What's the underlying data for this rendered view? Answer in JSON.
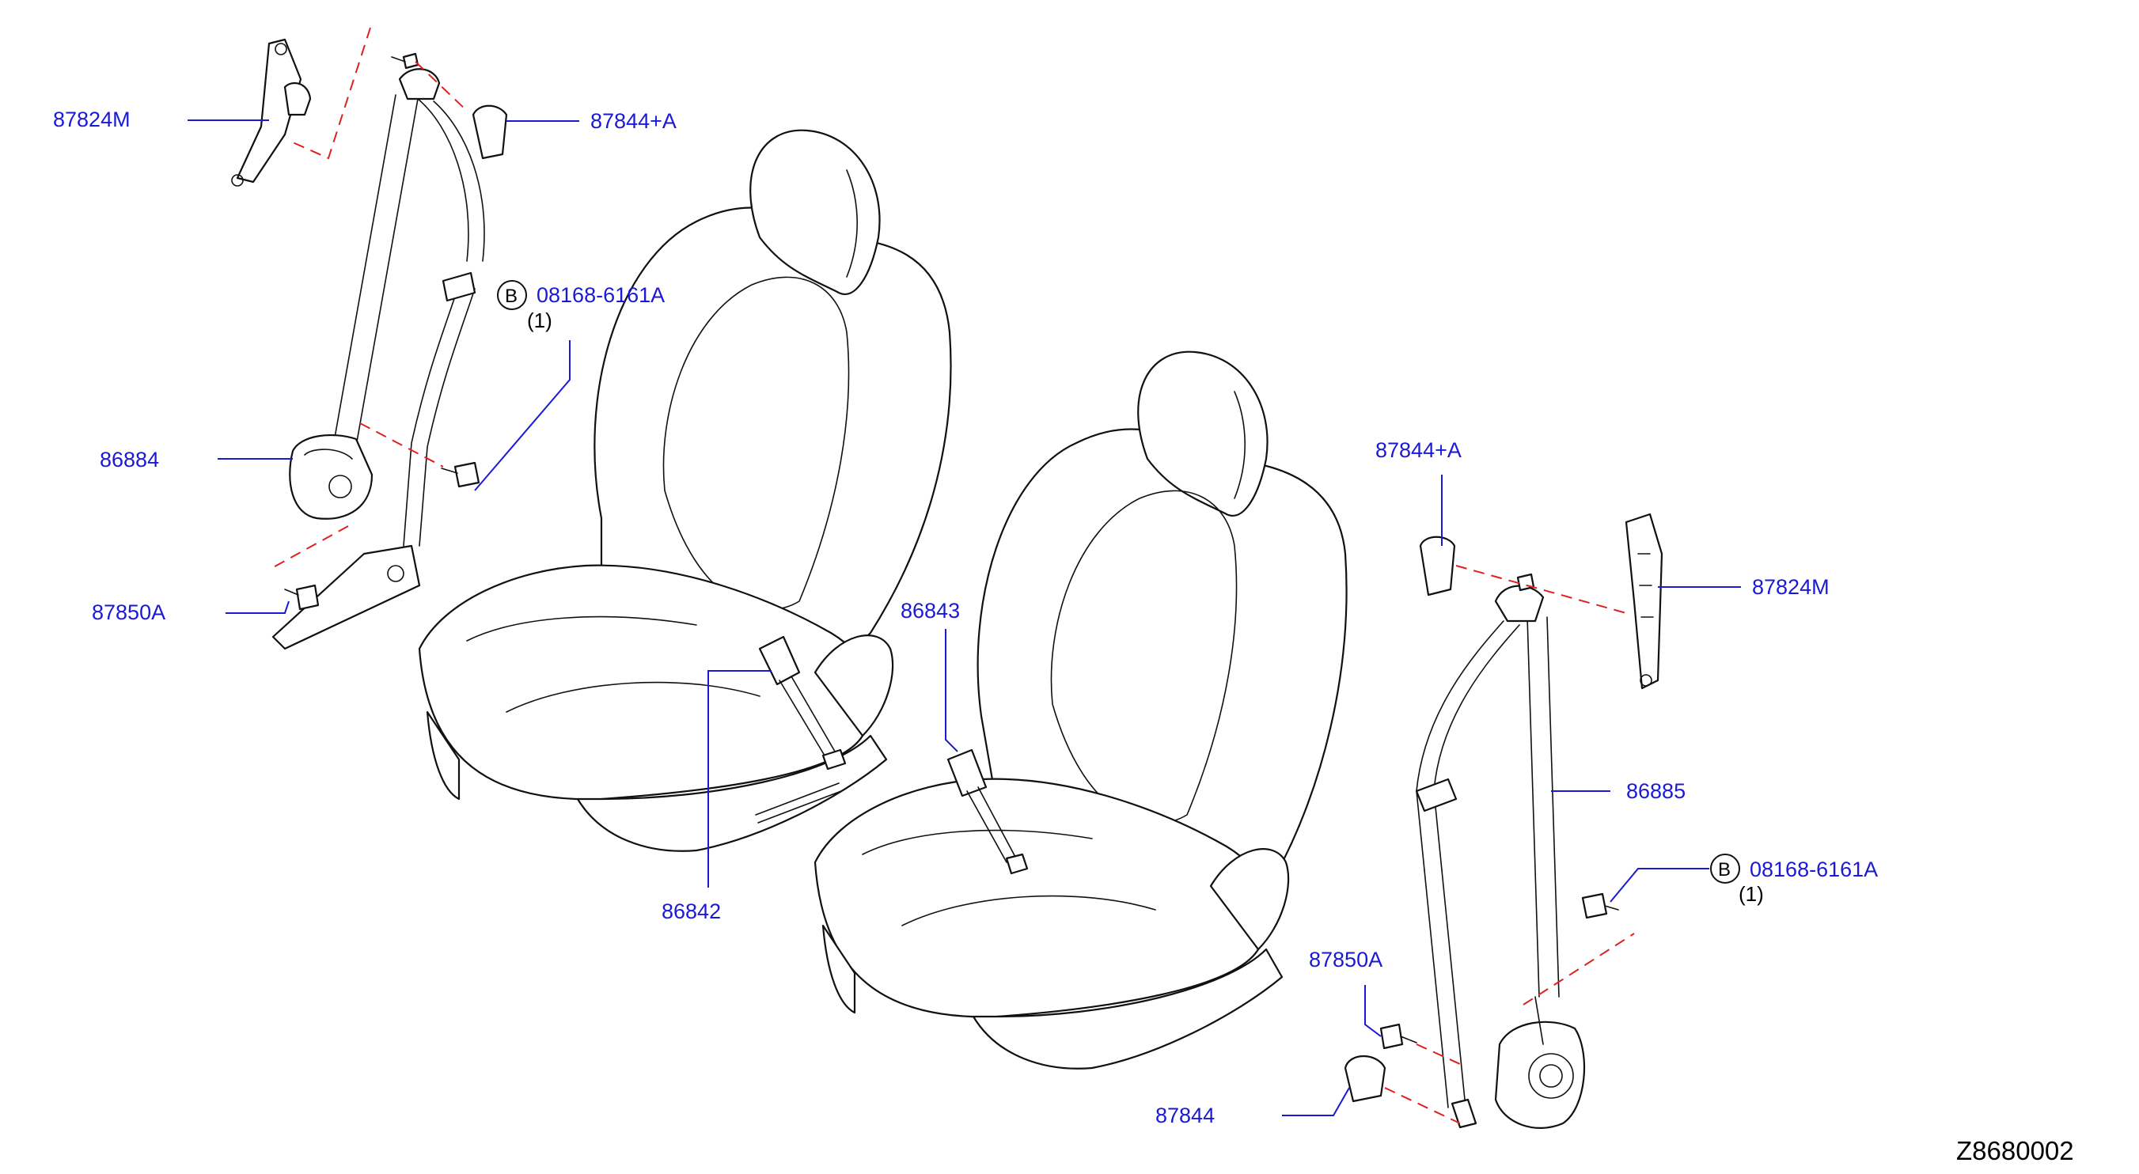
{
  "diagram_code": "Z8680002",
  "callouts": [
    {
      "id": "87824M-left",
      "part": "87824M"
    },
    {
      "id": "87844A-left",
      "part": "87844+A"
    },
    {
      "id": "bolt-left",
      "symbol": "B",
      "part": "08168-6161A",
      "qty": "(1)"
    },
    {
      "id": "86884",
      "part": "86884"
    },
    {
      "id": "87850A-left",
      "part": "87850A"
    },
    {
      "id": "86843",
      "part": "86843"
    },
    {
      "id": "86842",
      "part": "86842"
    },
    {
      "id": "87844A-right",
      "part": "87844+A"
    },
    {
      "id": "87824M-right",
      "part": "87824M"
    },
    {
      "id": "86885",
      "part": "86885"
    },
    {
      "id": "bolt-right",
      "symbol": "B",
      "part": "08168-6161A",
      "qty": "(1)"
    },
    {
      "id": "87850A-right",
      "part": "87850A"
    },
    {
      "id": "87844",
      "part": "87844"
    }
  ],
  "colors": {
    "label": "#1a1ad6",
    "dash": "#e02020",
    "line": "#111111"
  }
}
